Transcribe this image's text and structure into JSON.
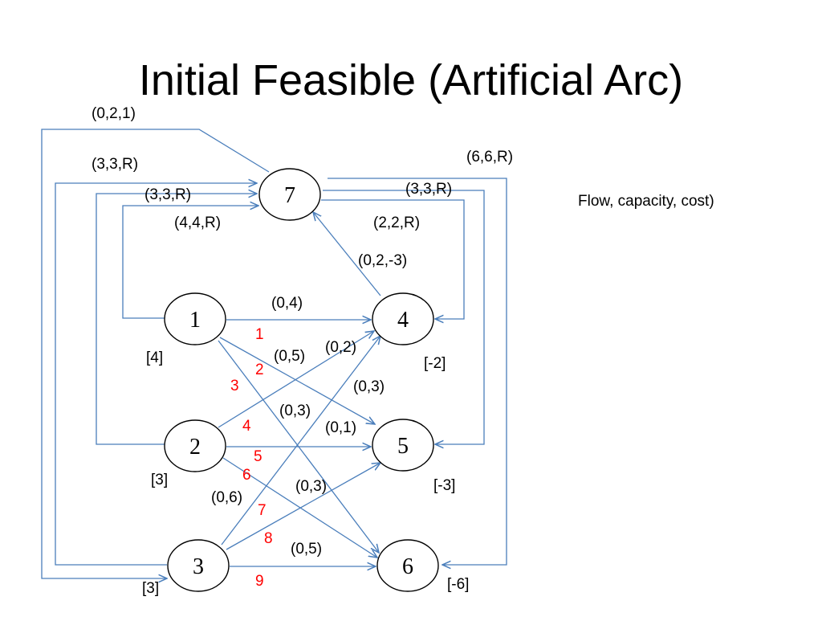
{
  "title": "Initial Feasible (Artificial Arc)",
  "legend": "Flow, capacity, cost)",
  "colors": {
    "edge": "#4a7ebb",
    "order_numbers": "#ff0000",
    "text": "#000000"
  },
  "nodes": [
    {
      "id": "1",
      "label": "1",
      "supply": "[4]"
    },
    {
      "id": "2",
      "label": "2",
      "supply": "[3]"
    },
    {
      "id": "3",
      "label": "3",
      "supply": "[3]"
    },
    {
      "id": "4",
      "label": "4",
      "supply": "[-2]"
    },
    {
      "id": "5",
      "label": "5",
      "supply": "[-3]"
    },
    {
      "id": "6",
      "label": "6",
      "supply": "[-6]"
    },
    {
      "id": "7",
      "label": "7",
      "supply": ""
    }
  ],
  "arcs": [
    {
      "from": "1",
      "to": "4",
      "label": "(0,4)"
    },
    {
      "from": "1",
      "to": "5",
      "label": "(0,5)"
    },
    {
      "from": "1",
      "to": "6",
      "label": "(0,3)"
    },
    {
      "from": "2",
      "to": "4",
      "label": "(0,2)"
    },
    {
      "from": "2",
      "to": "5",
      "label": "(0,1)"
    },
    {
      "from": "2",
      "to": "6",
      "label": "(0,3)"
    },
    {
      "from": "3",
      "to": "4",
      "label": "(0,3)"
    },
    {
      "from": "3",
      "to": "5",
      "label": "(0,6)"
    },
    {
      "from": "3",
      "to": "6",
      "label": "(0,5)"
    },
    {
      "from": "4",
      "to": "7",
      "label": "(0,2,-3)"
    },
    {
      "from": "7",
      "to": "3",
      "label": "(0,2,1)"
    },
    {
      "from": "3",
      "to": "7",
      "label": "(3,3,R)"
    },
    {
      "from": "2",
      "to": "7",
      "label": "(3,3,R)"
    },
    {
      "from": "1",
      "to": "7",
      "label": "(4,4,R)"
    },
    {
      "from": "7",
      "to": "6",
      "label": "(6,6,R)"
    },
    {
      "from": "7",
      "to": "5",
      "label": "(3,3,R)"
    },
    {
      "from": "7",
      "to": "4",
      "label": "(2,2,R)"
    }
  ],
  "order_numbers": [
    "1",
    "2",
    "3",
    "4",
    "5",
    "6",
    "7",
    "8",
    "9"
  ]
}
